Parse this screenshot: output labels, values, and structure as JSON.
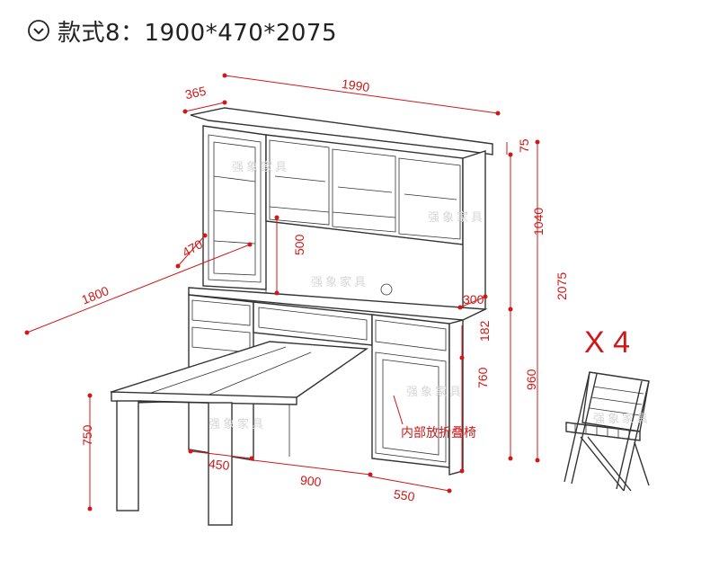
{
  "header": {
    "icon": "circle-chevron-down-icon",
    "title": "款式8：1900*470*2075"
  },
  "dimensions": {
    "top_depth": "365",
    "total_width": "1990",
    "crown_height": "75",
    "upper_height": "1040",
    "total_height": "2075",
    "desk_depth": "470",
    "open_shelf_height": "500",
    "counter_depth": "300",
    "drawer_height": "182",
    "desk_height": "960",
    "door_height": "760",
    "table_extension": "1800",
    "table_height": "750",
    "table_width": "450",
    "base_width": "900",
    "cabinet_width": "550"
  },
  "annotation": "内部放折叠椅",
  "chair_quantity": "X 4",
  "watermark": "强象家具",
  "colors": {
    "dimension": "#d01818",
    "line": "#333333"
  }
}
